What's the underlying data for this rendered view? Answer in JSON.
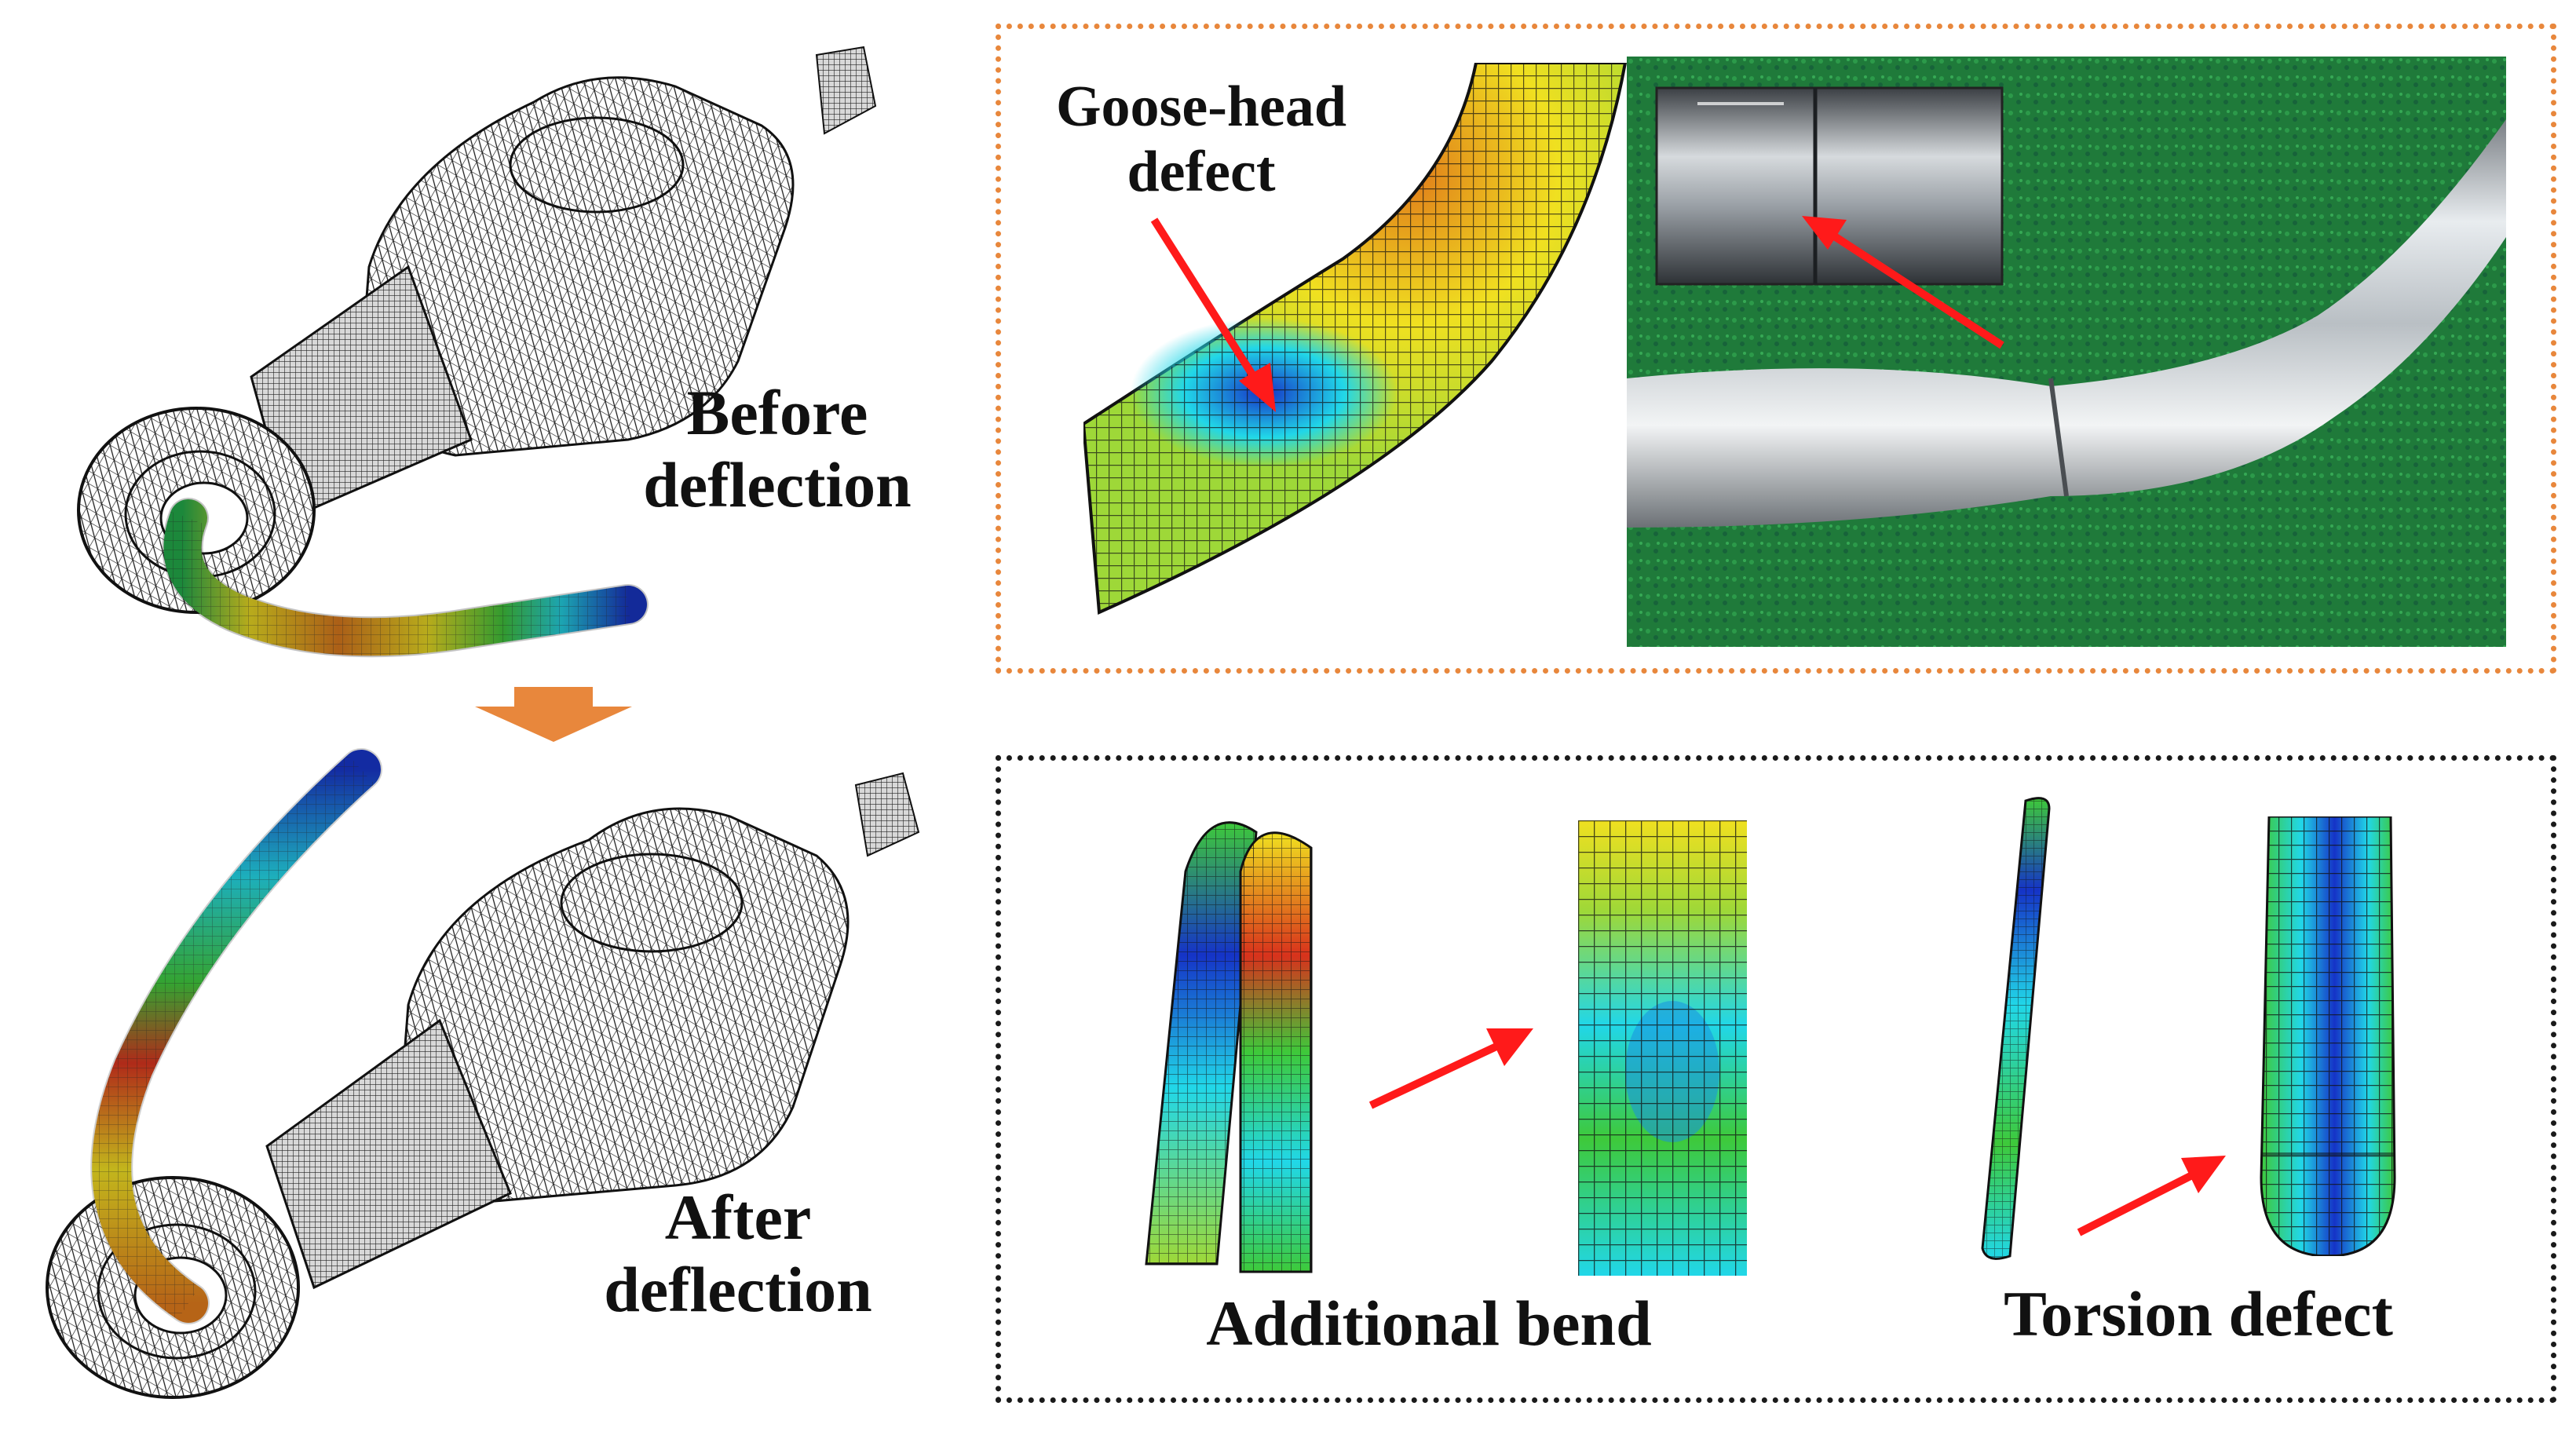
{
  "labels": {
    "before_line1": "Before",
    "before_line2": "deflection",
    "after_line1": "After",
    "after_line2": "deflection",
    "goose_line1": "Goose-head",
    "goose_line2": "defect",
    "additional_bend": "Additional bend",
    "torsion_defect": "Torsion defect"
  },
  "colors": {
    "orange_frame": "#e8873c",
    "black_frame": "#1a1a1a",
    "flow_arrow": "#e8873c",
    "pointer_arrow": "#ff1a1a",
    "fe_blue": "#1533c7",
    "fe_cyan": "#21d7e8",
    "fe_green": "#3ec93a",
    "fe_yellow": "#f0e020",
    "fe_red": "#d8321c",
    "grass_green": "#1f7a3a"
  },
  "icons": {
    "flow": "down-arrow-icon",
    "pointer": "red-arrow-icon"
  }
}
